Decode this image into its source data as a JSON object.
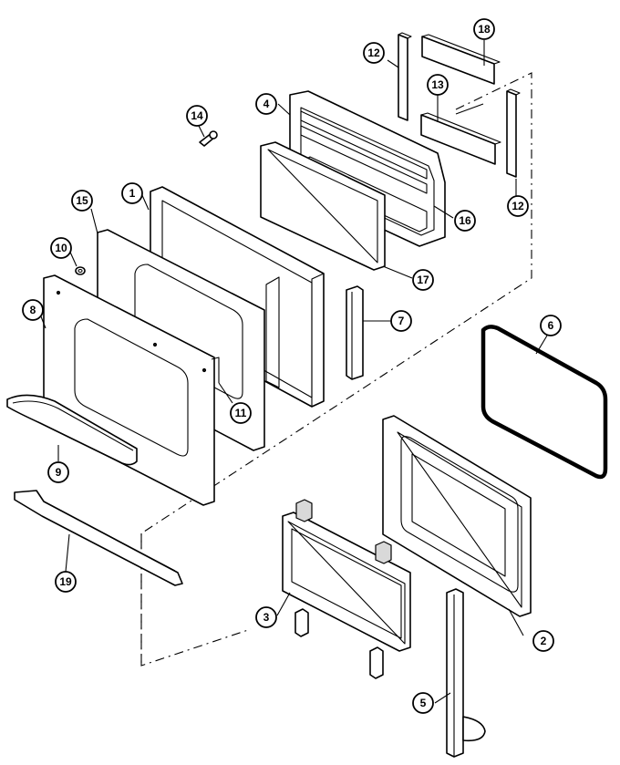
{
  "diagram": {
    "callouts": {
      "c1": "1",
      "c2": "2",
      "c3": "3",
      "c4": "4",
      "c5": "5",
      "c6": "6",
      "c7": "7",
      "c8": "8",
      "c9": "9",
      "c10": "10",
      "c11": "11",
      "c12a": "12",
      "c12b": "12",
      "c13": "13",
      "c14": "14",
      "c15": "15",
      "c16": "16",
      "c17": "17",
      "c18": "18",
      "c19": "19"
    }
  }
}
